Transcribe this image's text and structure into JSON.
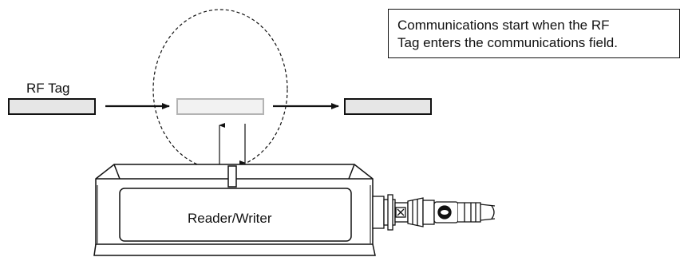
{
  "note": {
    "line1": "Communications start when the RF",
    "line2": "Tag enters the communications field."
  },
  "labels": {
    "rf_tag": "RF Tag",
    "reader_writer": "Reader/Writer"
  },
  "colors": {
    "tag_fill": "#e6e6e6",
    "tag_outline_active": "#111111",
    "tag_outline_in_field": "#b3b3b3",
    "line": "#111111"
  }
}
